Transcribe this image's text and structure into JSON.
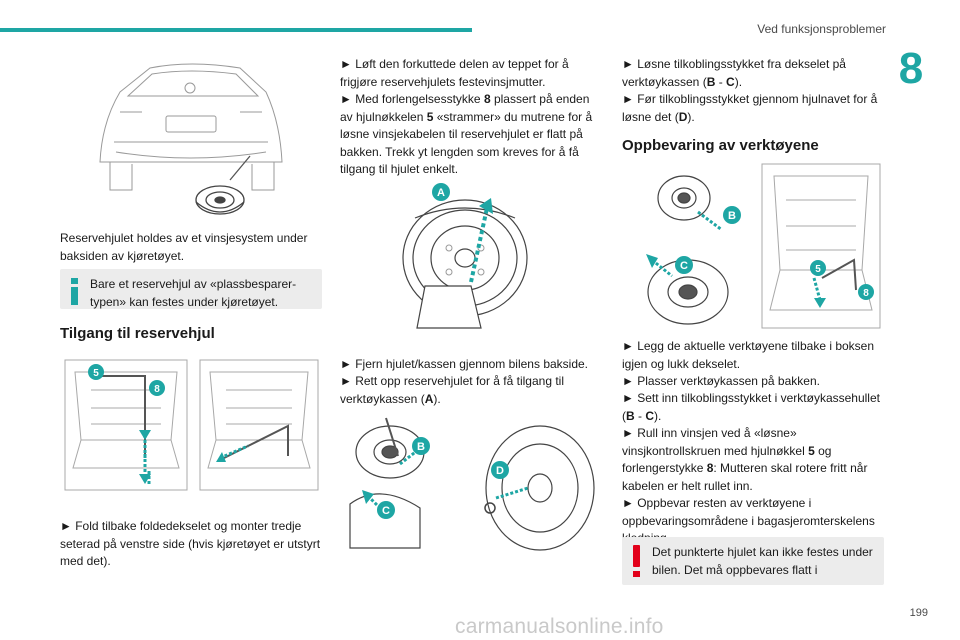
{
  "header": {
    "section_title": "Ved funksjonsproblemer",
    "chapter_number": "8",
    "page_number": "199"
  },
  "colors": {
    "accent": "#1ea6a4",
    "warning": "#e2001a",
    "note_bg": "#ececec"
  },
  "col1": {
    "para1": "Reservehjulet holdes av et vinsjesystem under baksiden av kjøretøyet.",
    "note": "Bare et reservehjul av «plassbesparer-typen» kan festes under kjøretøyet.",
    "heading": "Tilgang til reservehjul",
    "fig_labels": {
      "five": "5",
      "eight": "8"
    },
    "step1": "► Fold tilbake foldedekselet og monter tredje seterad på venstre side (hvis kjøretøyet er utstyrt med det)."
  },
  "col2": {
    "step_a1": "► Løft den forkuttede delen av teppet for å frigjøre reservehjulets festevinsjmutter.",
    "step_a2_pre": "► Med forlengelsesstykke ",
    "step_a2_bold": "8",
    "step_a2_mid": " plassert på enden av hjulnøkkelen ",
    "step_a2_bold2": "5",
    "step_a2_post": " «strammer» du mutrene for å løsne vinsjekabelen til reservehjulet er flatt på bakken. Trekk yt lengden som kreves for å få tilgang til hjulet enkelt.",
    "fig_label_a": "A",
    "step_b1": "►  Fjern hjulet/kassen gjennom bilens bakside.",
    "step_b2_pre": "► Rett opp reservehjulet for å få tilgang til verktøykassen (",
    "step_b2_bold": "A",
    "step_b2_post": ").",
    "fig_labels_bcd": {
      "b": "B",
      "c": "C",
      "d": "D"
    }
  },
  "col3": {
    "step_c1_pre": "► Løsne tilkoblingsstykket fra dekselet på verktøykassen (",
    "step_c1_b": "B",
    "step_c1_sep": " - ",
    "step_c1_c": "C",
    "step_c1_post": ").",
    "step_c2_pre": "► Før tilkoblingsstykket gjennom hjulnavet for å løsne det (",
    "step_c2_d": "D",
    "step_c2_post": ").",
    "heading": "Oppbevaring av verktøyene",
    "fig_labels": {
      "b": "B",
      "c": "C",
      "five": "5",
      "eight": "8"
    },
    "s1": "► Legg de aktuelle verktøyene tilbake i boksen igjen og lukk dekselet.",
    "s2": "► Plasser verktøykassen på bakken.",
    "s3_pre": "► Sett inn tilkoblingsstykket i verktøykassehullet (",
    "s3_b": "B",
    "s3_sep": " - ",
    "s3_c": "C",
    "s3_post": ").",
    "s4_pre": "► Rull inn vinsjen ved å «løsne» vinsjkontrollskruen med hjulnøkkel ",
    "s4_5": "5",
    "s4_mid": " og forlengerstykke ",
    "s4_8": "8",
    "s4_post": ": Mutteren skal rotere fritt når kabelen er helt rullet inn.",
    "s5": "► Oppbevar resten av verktøyene i oppbevaringsområdene i bagasjeromterskelens kledning.",
    "warning": "Det punkterte hjulet kan ikke festes under bilen. Det må oppbevares flatt i"
  },
  "watermark": "carmanualsonline.info"
}
